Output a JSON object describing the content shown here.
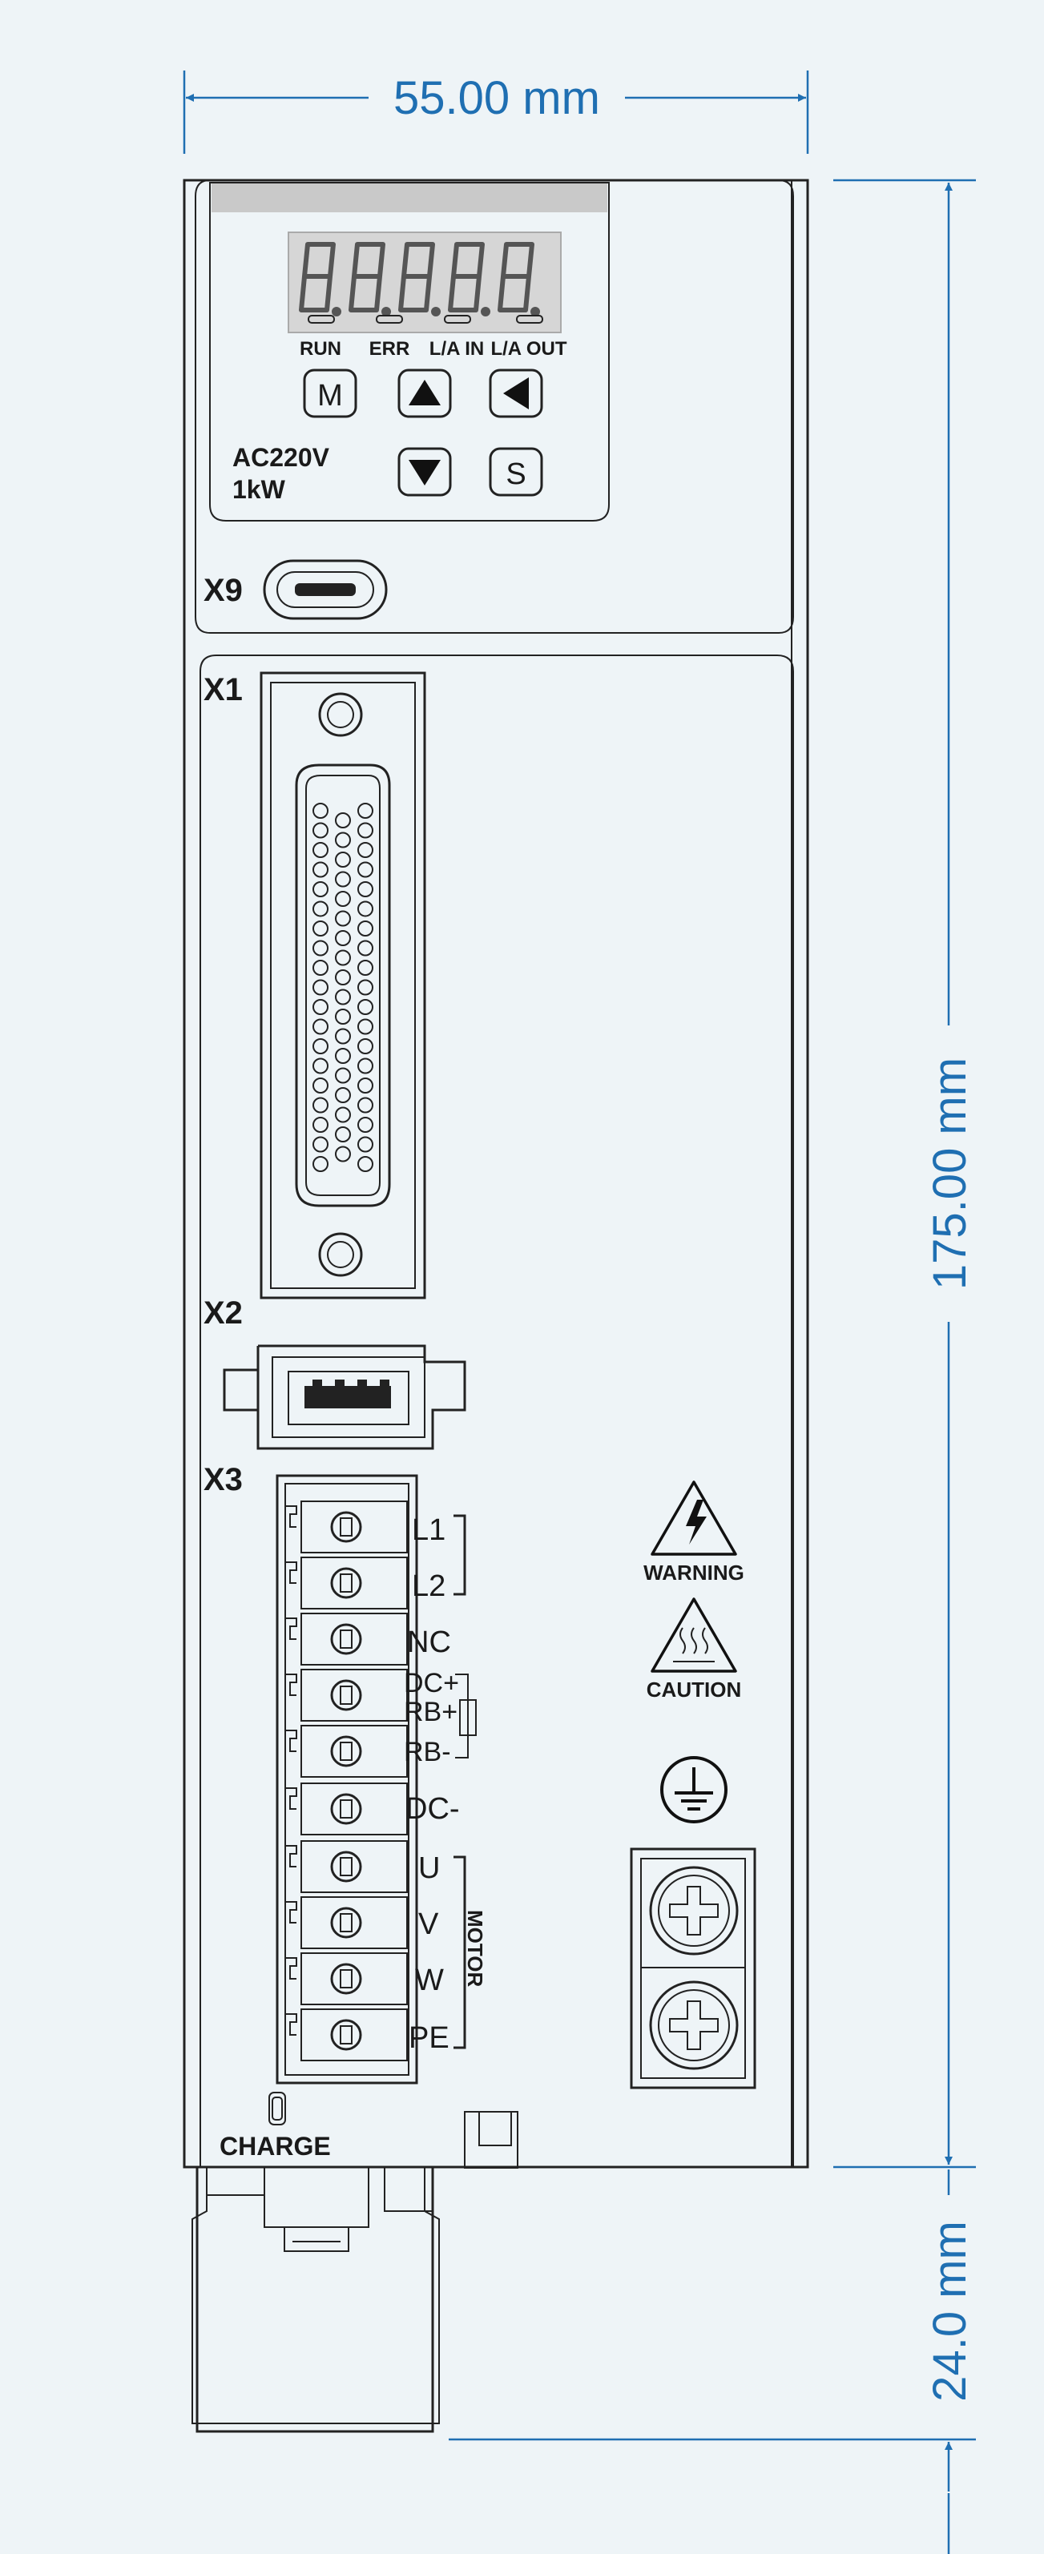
{
  "dimensions": {
    "width": "55.00 mm",
    "height": "175.00 mm",
    "extension": "24.0 mm"
  },
  "panel": {
    "led_labels": [
      "RUN",
      "ERR",
      "L/A IN",
      "L/A OUT"
    ],
    "keys": [
      "M",
      "S"
    ],
    "rating_voltage": "AC220V",
    "rating_power": "1kW"
  },
  "connectors": {
    "x9": "X9",
    "x1": "X1",
    "x2": "X2",
    "x3": "X3"
  },
  "terminals": [
    "L1",
    "L2",
    "NC",
    "DC+",
    "RB+",
    "RB-",
    "DC-",
    "U",
    "V",
    "W",
    "PE"
  ],
  "motor_label": "MOTOR",
  "warning_label": "WARNING",
  "caution_label": "CAUTION",
  "charge_label": "CHARGE",
  "colors": {
    "dimension": "#1f6fb2",
    "background": "#eef4f7",
    "outline": "#222222"
  }
}
